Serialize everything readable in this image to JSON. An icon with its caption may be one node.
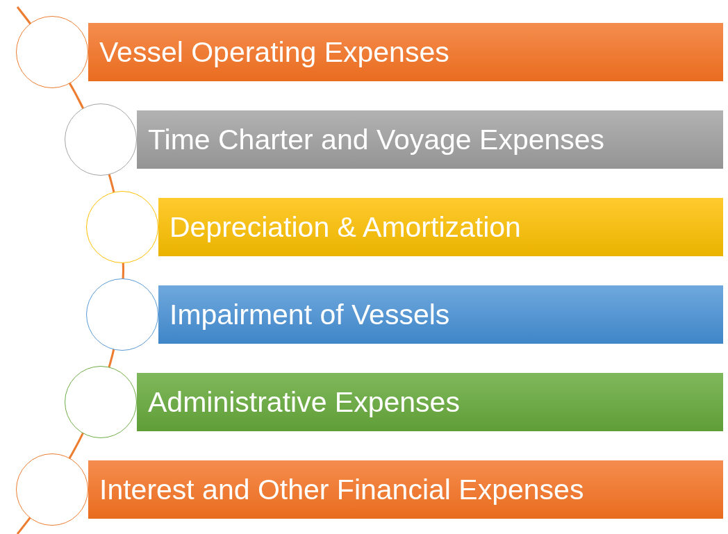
{
  "diagram": {
    "nodes": [
      {
        "text": [],
        "shape": "circle"
      },
      {
        "text": [
          "Vessel Operating Expenses"
        ]
      },
      {
        "text": [],
        "shape": "circle"
      },
      {
        "text": [
          "Time Charter and Voyage Expenses"
        ]
      },
      {
        "text": [],
        "shape": "circle"
      },
      {
        "text": [
          "Depreciation & Amortization"
        ]
      },
      {
        "text": [],
        "shape": "circle"
      },
      {
        "text": [
          "Impairment of Vessels"
        ]
      },
      {
        "text": [],
        "shape": "circle"
      },
      {
        "text": [
          "Administrative Expenses"
        ]
      },
      {
        "text": [],
        "shape": "circle"
      },
      {
        "text": [
          "Interest and Other Financial Expenses"
        ]
      }
    ]
  }
}
